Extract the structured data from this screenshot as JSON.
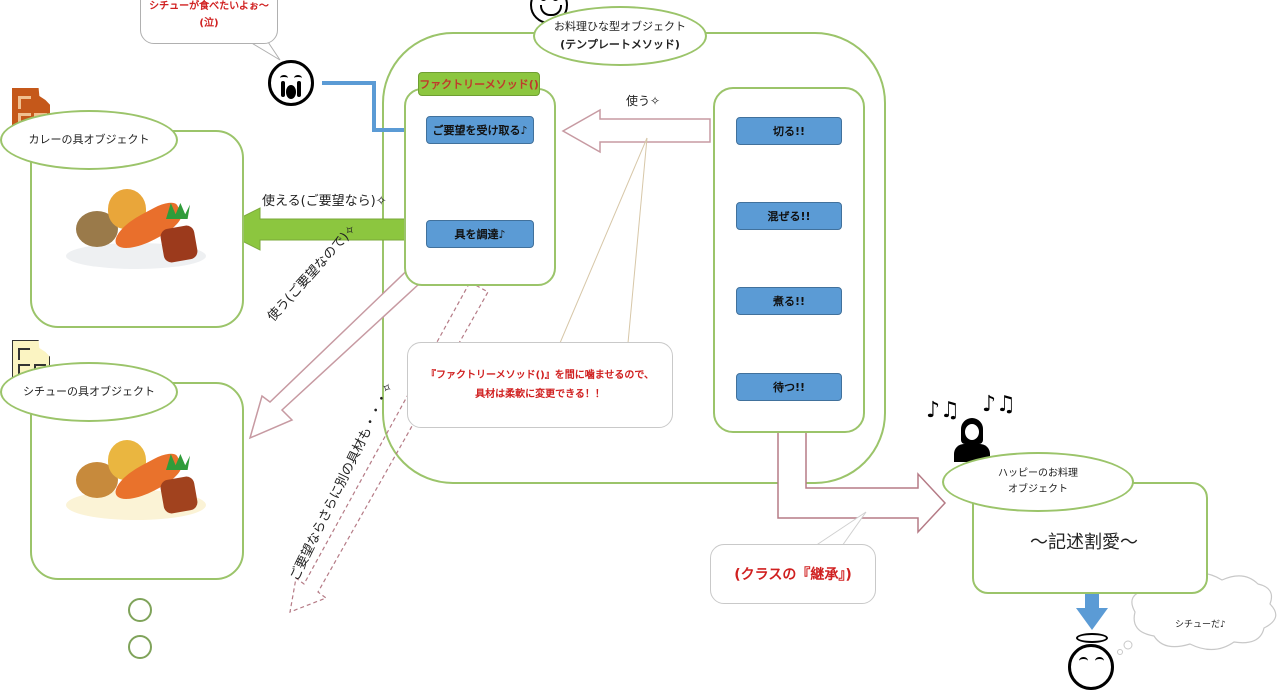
{
  "speech_bubble": {
    "line1": "シチューが食べたいよぉ〜",
    "line2": "(泣)"
  },
  "template_object": {
    "title": "お料理ひな型オブジェクト",
    "subtitle": "(テンプレートメソッド)"
  },
  "factory_method": {
    "tag": "ファクトリーメソッド()",
    "steps": [
      "ご要望を受け取る♪",
      "具を調達♪"
    ]
  },
  "template_steps": [
    "切る!!",
    "混ぜる!!",
    "煮る!!",
    "待つ!!"
  ],
  "curry_object": {
    "title": "カレーの具オブジェクト"
  },
  "stew_object": {
    "title": "シチューの具オブジェクト"
  },
  "happy_object": {
    "title_line1": "ハッピーのお料理",
    "title_line2": "オブジェクト",
    "body": "〜記述割愛〜"
  },
  "labels": {
    "use": "使う",
    "usable": "使える(ご要望なら)",
    "use_because": "使う(ご要望なので)",
    "more_ingredients": "ご要望ならさらに別の具材も・・・",
    "factory_note": "『ファクトリーメソッド()』を間に噛ませるので、具材は柔軟に変更できる！！",
    "inheritance": "(クラスの『継承』)",
    "stew_thought": "シチューだ♪"
  },
  "colors": {
    "panel_border": "#9bc46a",
    "step_fill": "#5b9bd5",
    "accent_green": "#8cc63f",
    "note_red": "#d02020",
    "outline_arrow": "#b57b86"
  }
}
